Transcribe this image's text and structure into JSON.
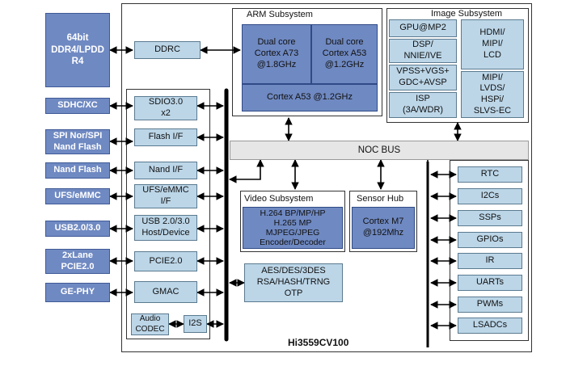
{
  "chip": "Hi3559CV100",
  "external": {
    "ddr": "64bit\nDDR4/LPDD\nR4",
    "sdhc": "SDHC/XC",
    "spi": "SPI Nor/SPI\nNand Flash",
    "nand": "Nand Flash",
    "ufs": "UFS/eMMC",
    "usb": "USB2.0/3.0",
    "pcie": "2xLane\nPCIE2.0",
    "gephy": "GE-PHY"
  },
  "interfaces": {
    "ddrc": "DDRC",
    "sdio": "SDIO3.0\nx2",
    "flash_if": "Flash I/F",
    "nand_if": "Nand I/F",
    "ufs_if": "UFS/eMMC\nI/F",
    "usb_if": "USB 2.0/3.0\nHost/Device",
    "pcie_if": "PCIE2.0",
    "gmac": "GMAC",
    "audio_codec": "Audio\nCODEC",
    "i2s": "I2S"
  },
  "arm": {
    "title": "ARM Subsystem",
    "a73": "Dual core\nCortex A73\n@1.8GHz",
    "a53": "Dual core\nCortex A53\n@1.2GHz",
    "a53_single": "Cortex A53 @1.2GHz"
  },
  "image": {
    "title": "Image Subsystem",
    "gpu": "GPU@MP2",
    "dsp": "DSP/\nNNIE/IVE",
    "vpss": "VPSS+VGS+\nGDC+AVSP",
    "isp": "ISP\n(3A/WDR)",
    "hdmi": "HDMI/\nMIPI/\nLCD",
    "mipi": "MIPI/\nLVDS/\nHSPi/\nSLVS-EC"
  },
  "noc": "NOC BUS",
  "video": {
    "title": "Video Subsystem",
    "content": "H.264 BP/MP/HP\nH.265 MP\nMJPEG/JPEG\nEncoder/Decoder"
  },
  "sensor": {
    "title": "Sensor Hub",
    "content": "Cortex M7\n@192Mhz"
  },
  "security": "AES/DES/3DES\nRSA/HASH/TRNG\nOTP",
  "peripherals": [
    "RTC",
    "I2Cs",
    "SSPs",
    "GPIOs",
    "IR",
    "UARTs",
    "PWMs",
    "LSADCs"
  ]
}
